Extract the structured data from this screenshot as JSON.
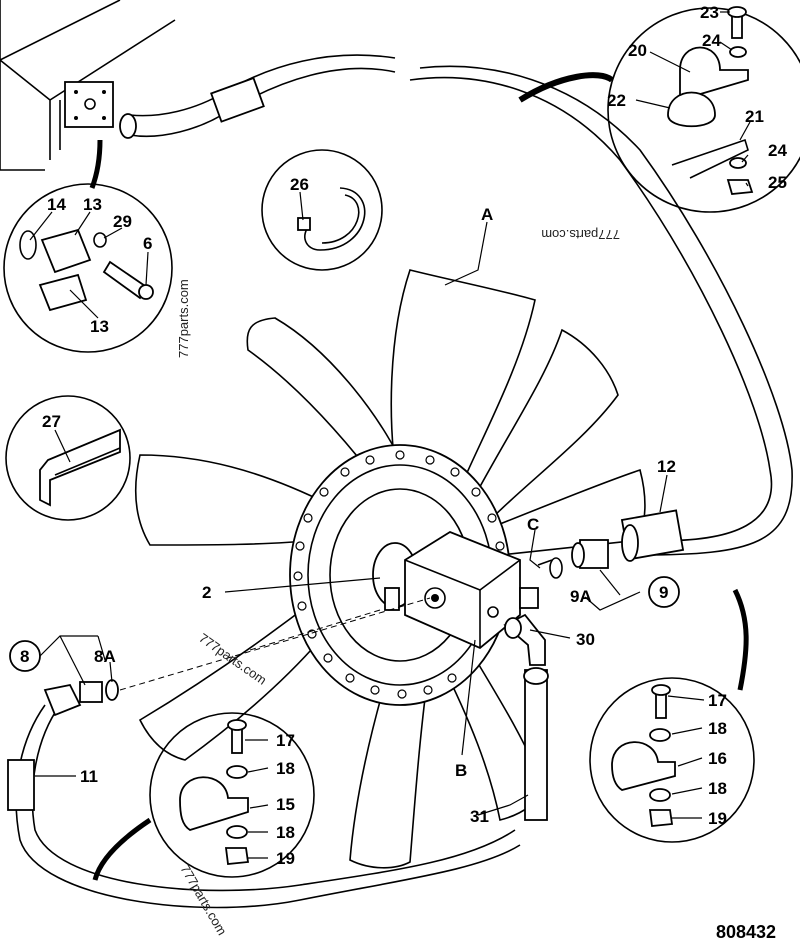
{
  "diagram": {
    "drawing_number": "808432",
    "watermarks": [
      "777parts.com",
      "777parts.com",
      "777parts.com",
      "777parts.com"
    ],
    "callouts": [
      {
        "id": "c23",
        "text": "23"
      },
      {
        "id": "c24a",
        "text": "24"
      },
      {
        "id": "c20",
        "text": "20"
      },
      {
        "id": "c22",
        "text": "22"
      },
      {
        "id": "c21",
        "text": "21"
      },
      {
        "id": "c24b",
        "text": "24"
      },
      {
        "id": "c25",
        "text": "25"
      },
      {
        "id": "cA",
        "text": "A"
      },
      {
        "id": "c26",
        "text": "26"
      },
      {
        "id": "c14",
        "text": "14"
      },
      {
        "id": "c13a",
        "text": "13"
      },
      {
        "id": "c29",
        "text": "29"
      },
      {
        "id": "c6",
        "text": "6"
      },
      {
        "id": "c13b",
        "text": "13"
      },
      {
        "id": "c27",
        "text": "27"
      },
      {
        "id": "c12",
        "text": "12"
      },
      {
        "id": "cC",
        "text": "C"
      },
      {
        "id": "c2",
        "text": "2"
      },
      {
        "id": "c9A",
        "text": "9A"
      },
      {
        "id": "c9",
        "text": "9"
      },
      {
        "id": "c30",
        "text": "30"
      },
      {
        "id": "c8",
        "text": "8"
      },
      {
        "id": "c8A",
        "text": "8A"
      },
      {
        "id": "c11",
        "text": "11"
      },
      {
        "id": "c17a",
        "text": "17"
      },
      {
        "id": "c18a",
        "text": "18"
      },
      {
        "id": "c15",
        "text": "15"
      },
      {
        "id": "c18b",
        "text": "18"
      },
      {
        "id": "c19a",
        "text": "19"
      },
      {
        "id": "cB",
        "text": "B"
      },
      {
        "id": "c31",
        "text": "31"
      },
      {
        "id": "c17b",
        "text": "17"
      },
      {
        "id": "c18c",
        "text": "18"
      },
      {
        "id": "c16",
        "text": "16"
      },
      {
        "id": "c18d",
        "text": "18"
      },
      {
        "id": "c19b",
        "text": "19"
      }
    ]
  }
}
